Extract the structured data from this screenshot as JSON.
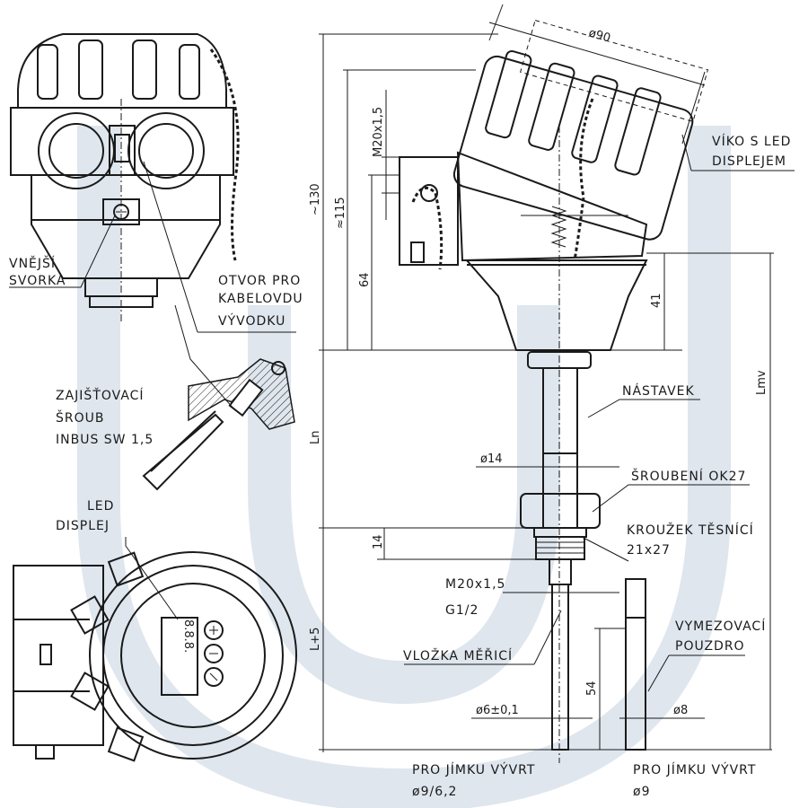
{
  "labels": {
    "outer_terminal": [
      "VNĚJŠÍ",
      "SVORKA"
    ],
    "cable_gland_opening": [
      "OTVOR PRO",
      "KABELOVDU",
      "VÝVODKU"
    ],
    "locking_screw": [
      "ZAJIŠŤOVACÍ",
      "ŠROUB",
      "INBUS SW 1,5"
    ],
    "led_display": [
      "LED",
      "DISPLEJ"
    ],
    "lid_with_led": [
      "VÍKO S LED",
      "DISPLEJEM"
    ],
    "extension": "NÁSTAVEK",
    "screw_connection": "ŠROUBENÍ OK27",
    "sealing_ring": [
      "KROUŽEK TĚSNÍCÍ",
      "21x27"
    ],
    "thread": [
      "M20x1,5",
      "G1/2"
    ],
    "measuring_insert": "VLOŽKA MĚŘICÍ",
    "spacer_sleeve": [
      "VYMEZOVACÍ",
      "POUZDRO"
    ],
    "well_left": [
      "PRO JÍMKU VÝVRT",
      "ø9/6,2"
    ],
    "well_right": [
      "PRO JÍMKU VÝVRT",
      "ø9"
    ]
  },
  "dimensions": {
    "d90": "ø90",
    "m20_top": "M20x1,5",
    "h130": "~130",
    "h115": "≈115",
    "h64": "64",
    "h41": "41",
    "lmv": "Lmv",
    "ln": "Ln",
    "d14": "ø14",
    "h14": "14",
    "l5": "L+5",
    "h54": "54",
    "d6": "ø6±0,1",
    "d8": "ø8"
  },
  "display_digits": "8.8.8."
}
